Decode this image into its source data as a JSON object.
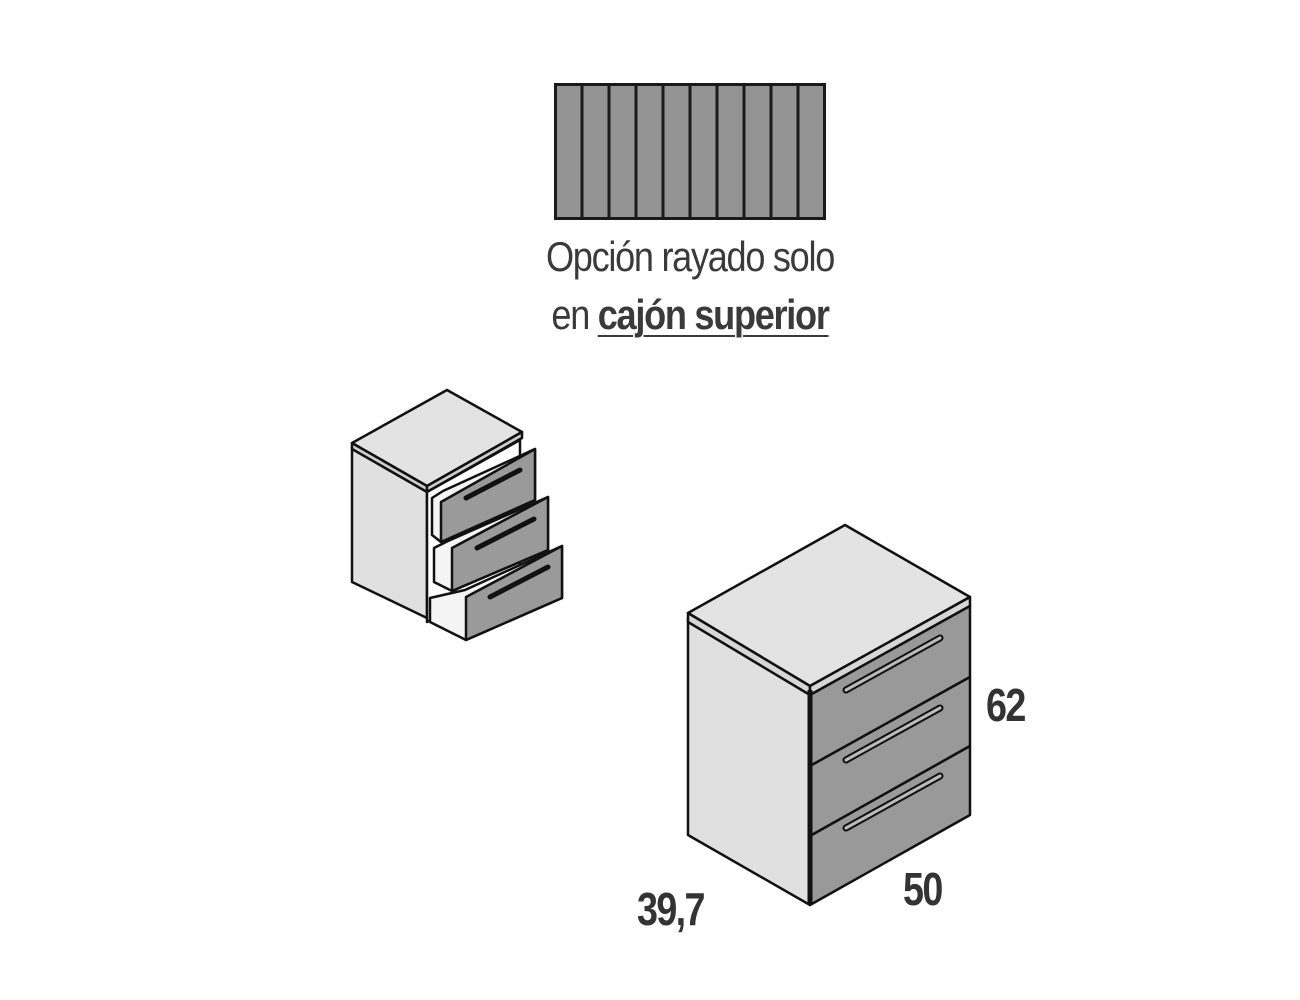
{
  "swatch": {
    "label": "striped-drawer-front-sample",
    "stripe_count": 10,
    "fill_color": "#939393",
    "line_color": "#1a1a1a"
  },
  "caption": {
    "line1": "Opción rayado solo",
    "line2_prefix": "en ",
    "line2_bold": "cajón superior"
  },
  "small_cabinet": {
    "label": "open-drawers-view",
    "drawers": 3
  },
  "large_cabinet": {
    "label": "closed-drawers-view",
    "drawers": 3
  },
  "dimensions": {
    "height": "62",
    "width": "50",
    "depth": "39,7"
  },
  "colors": {
    "top_face": "#e3e3e3",
    "side_face": "#e0e0e0",
    "drawer_front": "#999999",
    "outline": "#111111",
    "text": "#3a3a3a"
  }
}
